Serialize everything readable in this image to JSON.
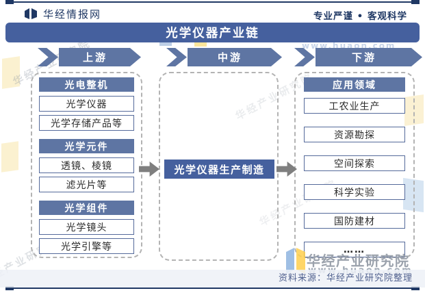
{
  "header": {
    "brand": "华经情报网",
    "tagline": "专业严谨 • 客观科学"
  },
  "title": "光学仪器产业链",
  "stages": [
    {
      "label": "上游"
    },
    {
      "label": "中游"
    },
    {
      "label": "下游"
    }
  ],
  "upstream": {
    "groups": [
      {
        "header": "光电整机",
        "items": [
          "光学仪器",
          "光学存储产品等"
        ]
      },
      {
        "header": "光学元件",
        "items": [
          "透镜、棱镜",
          "滤光片等"
        ]
      },
      {
        "header": "光学组件",
        "items": [
          "光学镜头",
          "光学引擎等"
        ]
      }
    ]
  },
  "midstream": {
    "label": "光学仪器生产制造"
  },
  "downstream": {
    "header": "应用领域",
    "items": [
      "工农业生产",
      "资源勘探",
      "空间探索",
      "科学实验",
      "国防建材",
      "……"
    ]
  },
  "footer": {
    "source": "资料来源：华经产业研究院整理"
  },
  "watermark": {
    "name": "华经产业研究院",
    "url": "www.huaon.com"
  },
  "colors": {
    "navy": "#1F3864",
    "title_blue": "#45609E",
    "banner_blue": "#5E75A3",
    "box_border_blue": "#54699A",
    "gray_arrow": "#7F7F7F",
    "footer_bg": "#EDF1F7",
    "watermark_yellow": "#F9EECB",
    "watermark_blue": "#CDDEF0"
  }
}
